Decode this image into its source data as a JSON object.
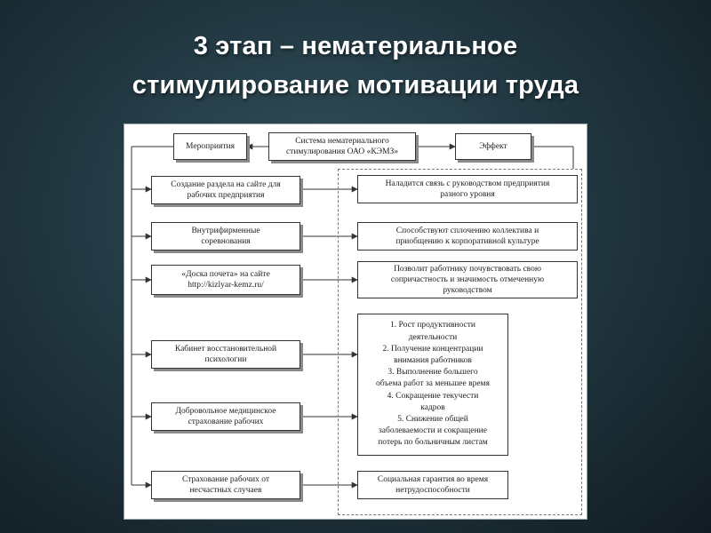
{
  "title": {
    "line1": "3 этап – нематериальное",
    "line2": "стимулирование мотивации труда"
  },
  "diagram": {
    "header": {
      "left": "Мероприятия",
      "center_line1": "Система нематериального",
      "center_line2": "стимулирования ОАО «КЭМЗ»",
      "right": "Эффект"
    },
    "measures": [
      {
        "line1": "Создание раздела на сайте для",
        "line2": "рабочих предприятия"
      },
      {
        "line1": "Внутрифирменные",
        "line2": "соревнования"
      },
      {
        "line1": "«Доска почета» на сайте",
        "line2": "http://kizlyar-kemz.ru/"
      },
      {
        "line1": "Кабинет восстановительной",
        "line2": "психологии"
      },
      {
        "line1": "Добровольное медицинское",
        "line2": "страхование рабочих"
      },
      {
        "line1": "Страхование рабочих от",
        "line2": "несчастных случаев"
      }
    ],
    "effects": [
      {
        "lines": [
          "Наладится связь с руководством предприятия",
          "разного уровня"
        ]
      },
      {
        "lines": [
          "Способствуют сплочению коллектива и",
          "приобщению к корпоративной культуре"
        ]
      },
      {
        "lines": [
          "Позволит работнику почувствовать свою",
          "сопричастность и значимость отмеченную",
          "руководством"
        ]
      },
      {
        "lines": [
          "1. Рост продуктивности",
          "деятельности",
          "2. Получение концентрации",
          "внимания работников",
          "3. Выполнение большего",
          "объема работ за меньшее время",
          "4. Сокращение текучести",
          "кадров",
          "5. Снижение общей",
          "заболеваемости и сокращение",
          "потерь по больничным листам"
        ]
      },
      {
        "lines": [
          "Социальная гарантия во время",
          "нетрудоспособности"
        ]
      }
    ]
  }
}
